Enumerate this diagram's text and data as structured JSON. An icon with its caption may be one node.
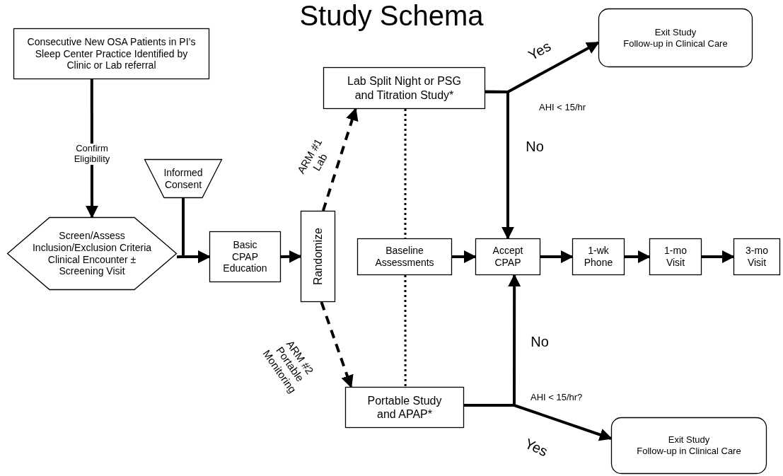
{
  "diagram": {
    "title": "Study Schema",
    "nodes": [
      {
        "text": [
          "Consecutive New OSA Patients in PI’s Sleep Center Practice Identified by Clinic or Lab referral"
        ]
      },
      {
        "text": [
          "Informed Consent"
        ]
      },
      {
        "text": [
          "Screen/Assess Inclusion/Exclusion Criteria Clinical Encounter ± Screening Visit"
        ]
      },
      {
        "text": [
          "Basic CPAP Education"
        ]
      },
      {
        "text": [
          "Randomize"
        ]
      },
      {
        "text": [
          "Lab Split Night or PSG and Titration Study*"
        ]
      },
      {
        "text": [
          "Baseline Assessments"
        ]
      },
      {
        "text": [
          "Accept CPAP"
        ]
      },
      {
        "text": [
          "1-wk Phone"
        ]
      },
      {
        "text": [
          "1-mo Visit"
        ]
      },
      {
        "text": [
          "3-mo Visit"
        ]
      },
      {
        "text": [
          "Portable Study and APAP*"
        ]
      },
      {
        "text": [
          "Exit Study",
          "Follow-up in Clinical Care"
        ]
      },
      {
        "text": [
          "Exit Study",
          "Follow-up in Clinical Care"
        ]
      }
    ],
    "edges": [
      {
        "from": 0,
        "to": 2,
        "arrow": "to",
        "label": "Confirm Eligibility"
      },
      {
        "from": 1,
        "to": 3,
        "arrow": "to"
      },
      {
        "from": 2,
        "to": 3,
        "arrow": "to"
      },
      {
        "from": 3,
        "to": 4,
        "arrow": "to"
      },
      {
        "from": 4,
        "to": 5,
        "arrow": "to",
        "style": "dashed",
        "label": "ARM #1 Lab"
      },
      {
        "from": 4,
        "to": 11,
        "arrow": "to",
        "style": "dashed",
        "label": "ARM #2 Portable Monitoring"
      },
      {
        "from": 5,
        "to": 12,
        "arrow": "to",
        "label": "Yes"
      },
      {
        "from": 5,
        "to": 7,
        "arrow": "to",
        "label": "No"
      },
      {
        "from": 11,
        "to": 7,
        "arrow": "to",
        "label": "No"
      },
      {
        "from": 11,
        "to": 13,
        "arrow": "to",
        "label": "Yes"
      },
      {
        "from": 6,
        "to": 7,
        "arrow": "to"
      },
      {
        "from": 7,
        "to": 8,
        "arrow": "to"
      },
      {
        "from": 8,
        "to": 9,
        "arrow": "to"
      },
      {
        "from": 9,
        "to": 10,
        "arrow": "to"
      },
      {
        "from": 5,
        "to": 6,
        "arrow": "none",
        "style": "dashed"
      },
      {
        "from": 6,
        "to": 11,
        "arrow": "none",
        "style": "dashed"
      }
    ],
    "labels": [
      "AHI < 15/hr",
      "AHI < 15/hr?"
    ]
  }
}
